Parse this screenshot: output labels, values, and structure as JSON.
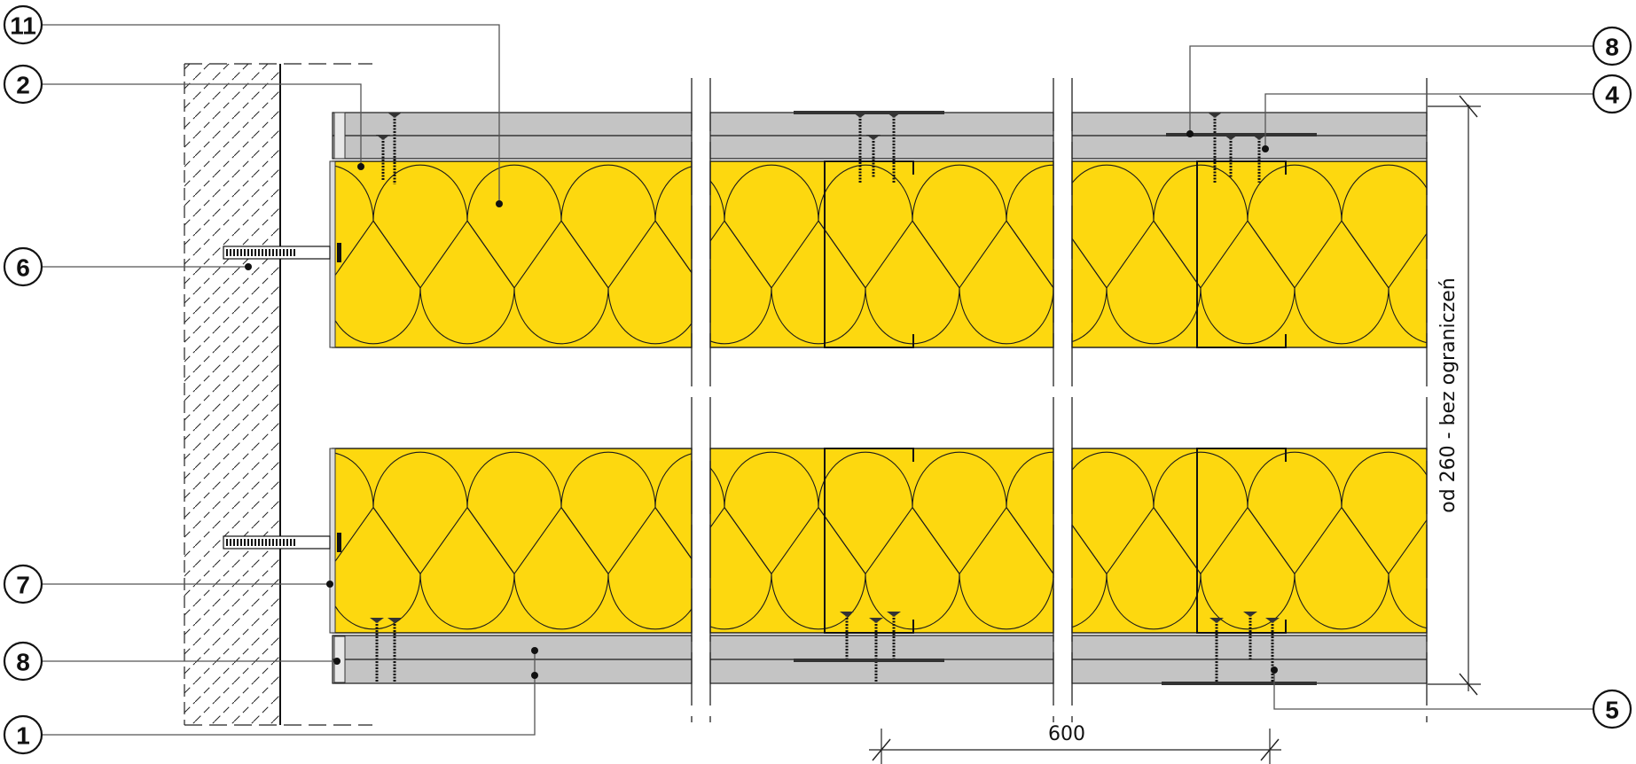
{
  "diagram": {
    "callouts": [
      {
        "label": "11",
        "side": "left"
      },
      {
        "label": "2",
        "side": "left"
      },
      {
        "label": "6",
        "side": "left"
      },
      {
        "label": "7",
        "side": "left"
      },
      {
        "label": "8",
        "side": "left"
      },
      {
        "label": "1",
        "side": "left"
      },
      {
        "label": "8",
        "side": "right"
      },
      {
        "label": "4",
        "side": "right"
      },
      {
        "label": "5",
        "side": "right"
      }
    ],
    "dimensions": {
      "spacing": "600",
      "height": "od 260 - bez ograniczeń"
    },
    "colors": {
      "insulation": "#FDD80F",
      "board": "#C4C4C4",
      "line": "#1a1a1a"
    }
  }
}
